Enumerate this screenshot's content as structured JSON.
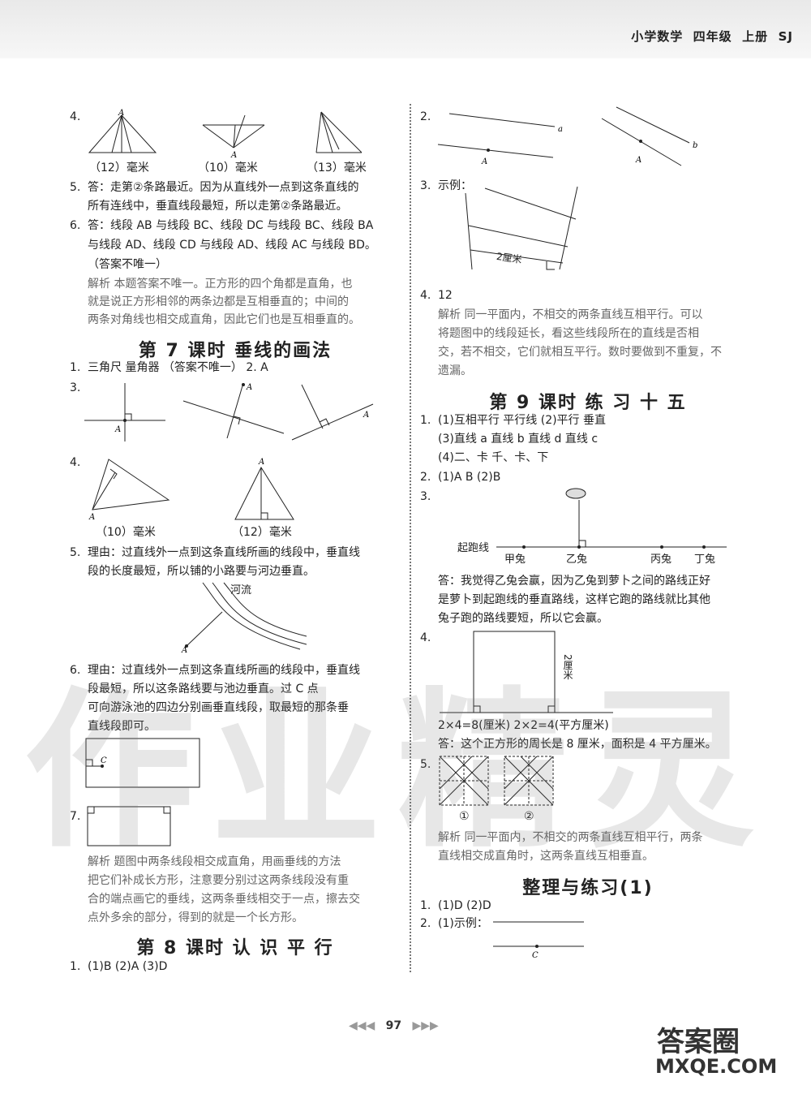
{
  "header": {
    "subject": "小学数学",
    "grade": "四年级",
    "volume": "上册",
    "edition": "SJ"
  },
  "left": {
    "q4a": {
      "num": "4.",
      "labels": [
        "（12）毫米",
        "（10）毫米",
        "（13）毫米"
      ]
    },
    "q5a": {
      "num": "5.",
      "lines": [
        "答：走第②条路最近。因为从直线外一点到这条直线的",
        "所有连线中，垂直线段最短，所以走第②条路最近。"
      ]
    },
    "q6a": {
      "num": "6.",
      "lines": [
        "答：线段 AB 与线段 BC、线段 DC 与线段 BC、线段 BA",
        "与线段 AD、线段 CD 与线段 AD、线段 AC 与线段 BD。",
        "（答案不唯一）"
      ]
    },
    "jx6": [
      "解析  本题答案不唯一。正方形的四个角都是直角，也",
      "就是说正方形相邻的两条边都是互相垂直的；中间的",
      "两条对角线也相交成直角，因此它们也是互相垂直的。"
    ],
    "lesson7": "第 7 课时    垂线的画法",
    "l7q1": {
      "num": "1.",
      "text": "三角尺   量角器   （答案不唯一）   2. A"
    },
    "l7q3": {
      "num": "3."
    },
    "l7q4": {
      "num": "4.",
      "labels": [
        "（10）毫米",
        "（12）毫米"
      ]
    },
    "l7q5": {
      "num": "5.",
      "lines": [
        "理由：过直线外一点到这条直线所画的线段中，垂直线",
        "段的长度最短，所以铺的小路要与河边垂直。"
      ],
      "river": "河流"
    },
    "l7q6": {
      "num": "6.",
      "lines": [
        "理由：过直线外一点到这条直线所画的线段中，垂直线",
        "段最短，所以这条路线要与池边垂直。过 C 点",
        "可向游泳池的四边分别画垂直线段，取最短的那条垂",
        "直线段即可。"
      ]
    },
    "l7q7": {
      "num": "7."
    },
    "jx7": [
      "解析   题图中两条线段相交成直角，用画垂线的方法",
      "把它们补成长方形，注意要分别过这两条线段没有重",
      "合的端点画它的垂线，这两条垂线相交于一点，擦去交",
      "点外多余的部分，得到的就是一个长方形。"
    ],
    "lesson8": "第 8 课时    认 识 平 行",
    "l8q1": {
      "num": "1.",
      "text": "(1)B   (2)A   (3)D"
    }
  },
  "right": {
    "q2": {
      "num": "2."
    },
    "q3": {
      "num": "3.",
      "text": "示例：",
      "label": "2厘米"
    },
    "q4": {
      "num": "4.",
      "text": "12"
    },
    "jx4": [
      "解析   同一平面内，不相交的两条直线互相平行。可以",
      "将题图中的线段延长，看这些线段所在的直线是否相",
      "交，若不相交，它们就相互平行。数时要做到不重复，不",
      "遗漏。"
    ],
    "lesson9": "第 9 课时    练 习 十 五",
    "l9q1": {
      "num": "1.",
      "lines": [
        "(1)互相平行   平行线   (2)平行   垂直",
        "(3)直线 a   直线 b   直线 d   直线 c",
        "(4)二、卡   千、卡、下"
      ]
    },
    "l9q2": {
      "num": "2.",
      "text": "(1)A   B   (2)B"
    },
    "l9q3": {
      "num": "3.",
      "start": "起跑线",
      "rabbits": [
        "甲兔",
        "乙兔",
        "丙兔",
        "丁兔"
      ],
      "lines": [
        "答：我觉得乙兔会赢，因为乙兔到萝卜之间的路线正好",
        "是萝卜到起跑线的垂直路线，这样它跑的路线就比其他",
        "兔子跑的路线要短，所以它会赢。"
      ]
    },
    "l9q4": {
      "num": "4.",
      "side": "2厘米",
      "lines": [
        "2×4=8(厘米)   2×2=4(平方厘米)",
        "答：这个正方形的周长是 8 厘米，面积是 4 平方厘米。"
      ]
    },
    "l9q5": {
      "num": "5.",
      "marks": [
        "①",
        "②"
      ]
    },
    "jx5": [
      "解析   同一平面内，不相交的两条直线互相平行，两条",
      "直线相交成直角时，这两条直线互相垂直。"
    ],
    "review": "整理与练习(1)",
    "rq1": {
      "num": "1.",
      "text": "(1)D   (2)D"
    },
    "rq2": {
      "num": "2.",
      "text": "(1)示例："
    }
  },
  "footer": {
    "prev": "◀◀◀",
    "page": "97",
    "next": "▶▶▶"
  },
  "watermark": {
    "text": "作业精灵",
    "site": "MXQE.COM",
    "logo": "答案圈"
  }
}
